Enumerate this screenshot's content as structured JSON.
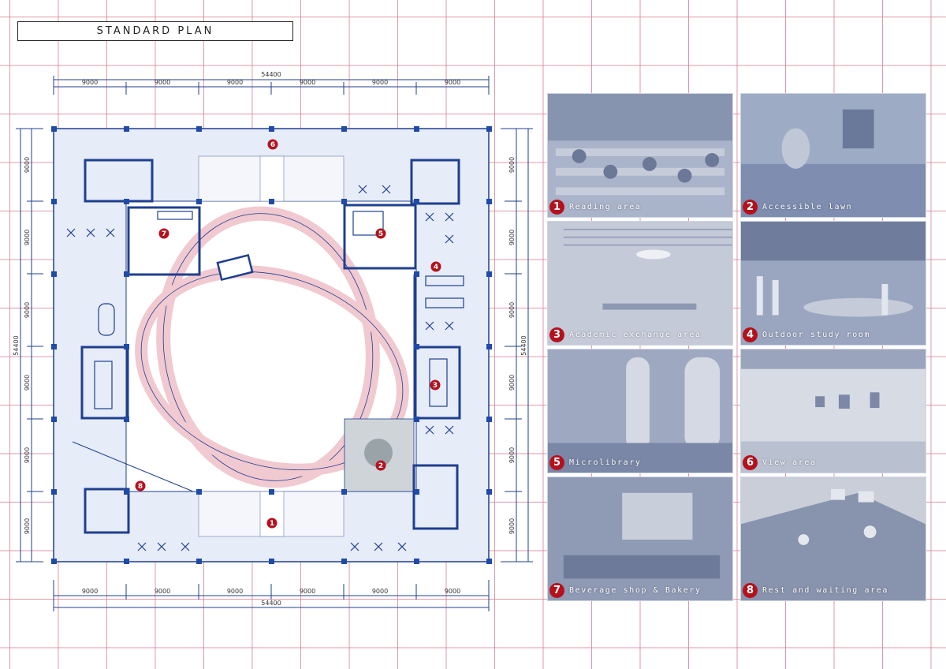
{
  "title": "STANDARD PLAN",
  "dimensions": {
    "total": "54400",
    "module": "9000"
  },
  "plan_markers": [
    "1",
    "2",
    "3",
    "4",
    "5",
    "6",
    "7",
    "8"
  ],
  "photos": [
    {
      "num": "1",
      "label": "Reading area"
    },
    {
      "num": "2",
      "label": "Accessible lawn"
    },
    {
      "num": "3",
      "label": "Academic exchange area"
    },
    {
      "num": "4",
      "label": "Outdoor study room"
    },
    {
      "num": "5",
      "label": "Microlibrary"
    },
    {
      "num": "6",
      "label": "View area"
    },
    {
      "num": "7",
      "label": "Beverage shop & Bakery"
    },
    {
      "num": "8",
      "label": "Rest and waiting area"
    }
  ],
  "colors": {
    "grid": "#d6788c",
    "wall": "#1f3f8f",
    "floor": "#e6ecf8",
    "ramp": "#f1c9d0",
    "marker": "#b3121d",
    "photo_tint": "#a7b3d0"
  }
}
